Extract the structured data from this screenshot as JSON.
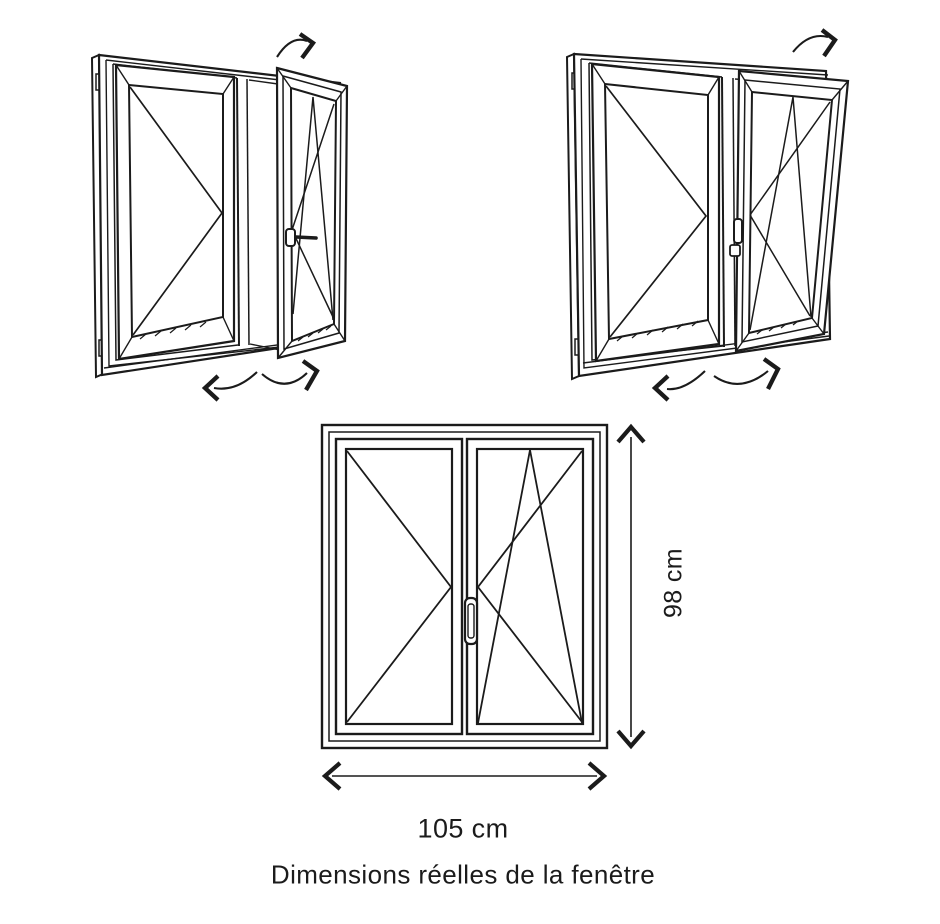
{
  "figure": {
    "caption": "Dimensions réelles de la fenêtre",
    "line_color": "#1b1b1b",
    "background": "#ffffff"
  },
  "dimensions": {
    "height_label": "98 cm",
    "width_label": "105 cm"
  },
  "diagrams": {
    "top_left": "double-window-right-sash-swung-open",
    "top_right": "double-window-right-sash-tilted",
    "bottom": "double-window-front-view-with-dimensions"
  }
}
